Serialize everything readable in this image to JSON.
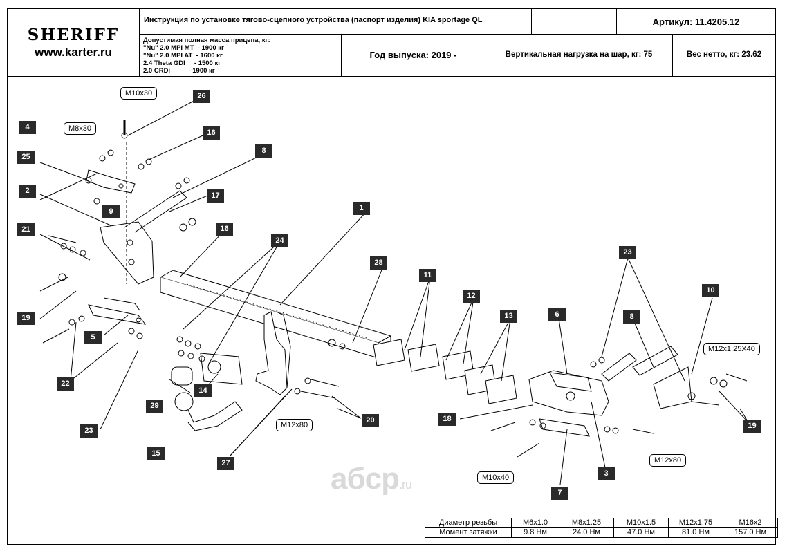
{
  "header": {
    "brand": "SHERIFF",
    "website": "www.karter.ru",
    "title": "Инструкция по установке тягово-сцепного устройства (паспорт изделия) KIA sportage QL",
    "article": "Артикул: 11.4205.12",
    "mass_lines": [
      "Допустимая полная масса прицепа, кг:",
      "\"Nu\" 2.0 MPI MT  - 1900 кг",
      "\"Nu\" 2.0 MPI AT  - 1600 кг",
      "2.4 Theta GDI     - 1500 кг",
      "2.0 CRDi          - 1900 кг"
    ],
    "year": "Год выпуска: 2019 -",
    "vertical_load": "Вертикальная нагрузка на шар, кг: 75",
    "net_weight": "Вес нетто, кг: 23.62"
  },
  "labels": {
    "n1": "1",
    "n2": "2",
    "n3": "3",
    "n4": "4",
    "n5": "5",
    "n6": "6",
    "n7": "7",
    "n8a": "8",
    "n8b": "8",
    "n9": "9",
    "n10": "10",
    "n11": "11",
    "n12": "12",
    "n13": "13",
    "n14": "14",
    "n15": "15",
    "n16a": "16",
    "n16b": "16",
    "n17": "17",
    "n18": "18",
    "n19a": "19",
    "n19b": "19",
    "n20": "20",
    "n21": "21",
    "n22": "22",
    "n23a": "23",
    "n23b": "23",
    "n24": "24",
    "n25": "25",
    "n26": "26",
    "n27": "27",
    "n28": "28",
    "n29": "29"
  },
  "callouts": {
    "m10x30": "M10x30",
    "m8x30": "M8x30",
    "m12x80a": "M12x80",
    "m12x80b": "M12x80",
    "m10x40": "M10x40",
    "m12x125x40": "M12x1,25X40"
  },
  "torque_table": {
    "row1": [
      "Диаметр резьбы",
      "M6x1.0",
      "M8x1.25",
      "M10x1.5",
      "M12x1.75",
      "M16x2"
    ],
    "row2": [
      "Момент затяжки",
      "9.8 Нм",
      "24.0 Нм",
      "47.0 Нм",
      "81.0 Нм",
      "157.0 Нм"
    ]
  },
  "watermark": {
    "main": "aбcp",
    "suffix": ".ru"
  }
}
